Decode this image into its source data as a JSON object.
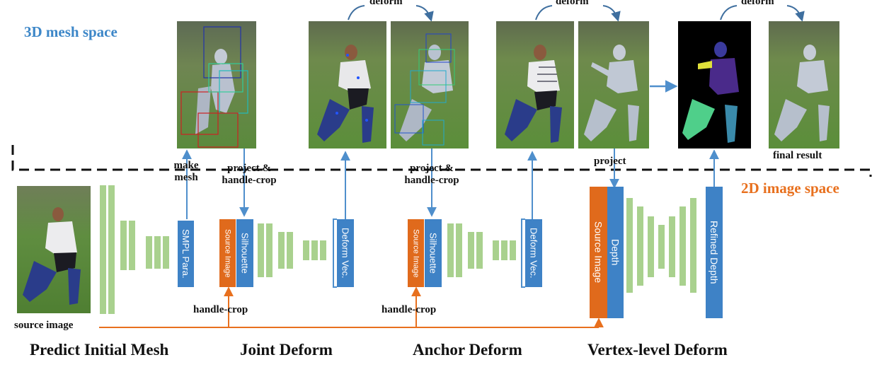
{
  "spaces": {
    "mesh": "3D mesh space",
    "image": "2D image space"
  },
  "stages": {
    "predict": "Predict Initial Mesh",
    "joint": "Joint Deform",
    "anchor": "Anchor Deform",
    "vertex": "Vertex-level Deform"
  },
  "labels": {
    "source_image": "source image",
    "make_mesh_1": "make",
    "make_mesh_2": "mesh",
    "project_1a": "project &",
    "project_1b": "handle-crop",
    "project_2a": "project &",
    "project_2b": "handle-crop",
    "project_3": "project",
    "handle_crop_1": "handle-crop",
    "handle_crop_2": "handle-crop",
    "deform_1": "deform",
    "deform_2": "deform",
    "deform_3": "deform",
    "final_result": "final result"
  },
  "boxes": {
    "smpl": "SMPL Para.",
    "src1": "Source Image",
    "sil1": "Silhouette",
    "vec1": "Deform Vec.",
    "src2": "Source Image",
    "sil2": "Silhouette",
    "vec2": "Deform Vec.",
    "src3": "Source Image",
    "depth": "Depth",
    "refined": "Refined Depth"
  },
  "colors": {
    "blue": "#3e82c6",
    "orange": "#e06a1c",
    "green": "#a9d18e"
  }
}
